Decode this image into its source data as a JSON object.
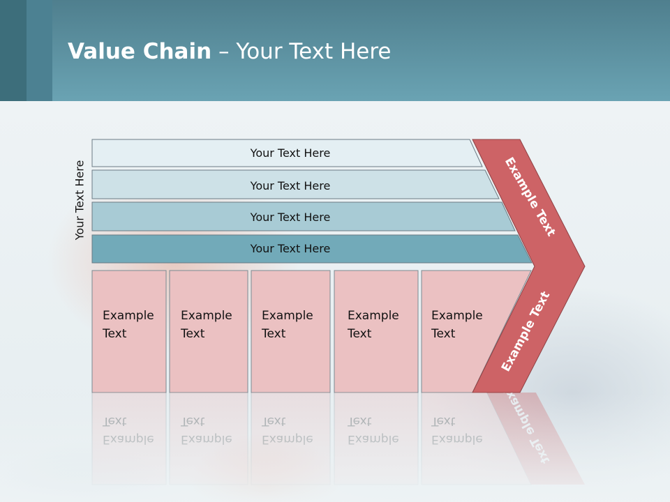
{
  "header": {
    "title_bold": "Value Chain",
    "title_rest": " – Your Text Here"
  },
  "side_label": "Your Text Here",
  "support_rows": [
    {
      "label": "Your Text Here",
      "color": "#e4eff3"
    },
    {
      "label": "Your Text Here",
      "color": "#cde1e7"
    },
    {
      "label": "Your Text Here",
      "color": "#a8cbd5"
    },
    {
      "label": "Your Text Here",
      "color": "#72aab9"
    }
  ],
  "primary_boxes": [
    {
      "line1": "Example",
      "line2": "Text"
    },
    {
      "line1": "Example",
      "line2": "Text"
    },
    {
      "line1": "Example",
      "line2": "Text"
    },
    {
      "line1": "Example",
      "line2": "Text"
    },
    {
      "line1": "Example",
      "line2": "Text"
    }
  ],
  "chevron": {
    "upper_text": "Example Text",
    "lower_text": "Example Text",
    "color": "#cd6366"
  },
  "colors": {
    "header": "#5f97a7",
    "primary_box": "#ebc1c2",
    "outline": "#6b7b84"
  }
}
